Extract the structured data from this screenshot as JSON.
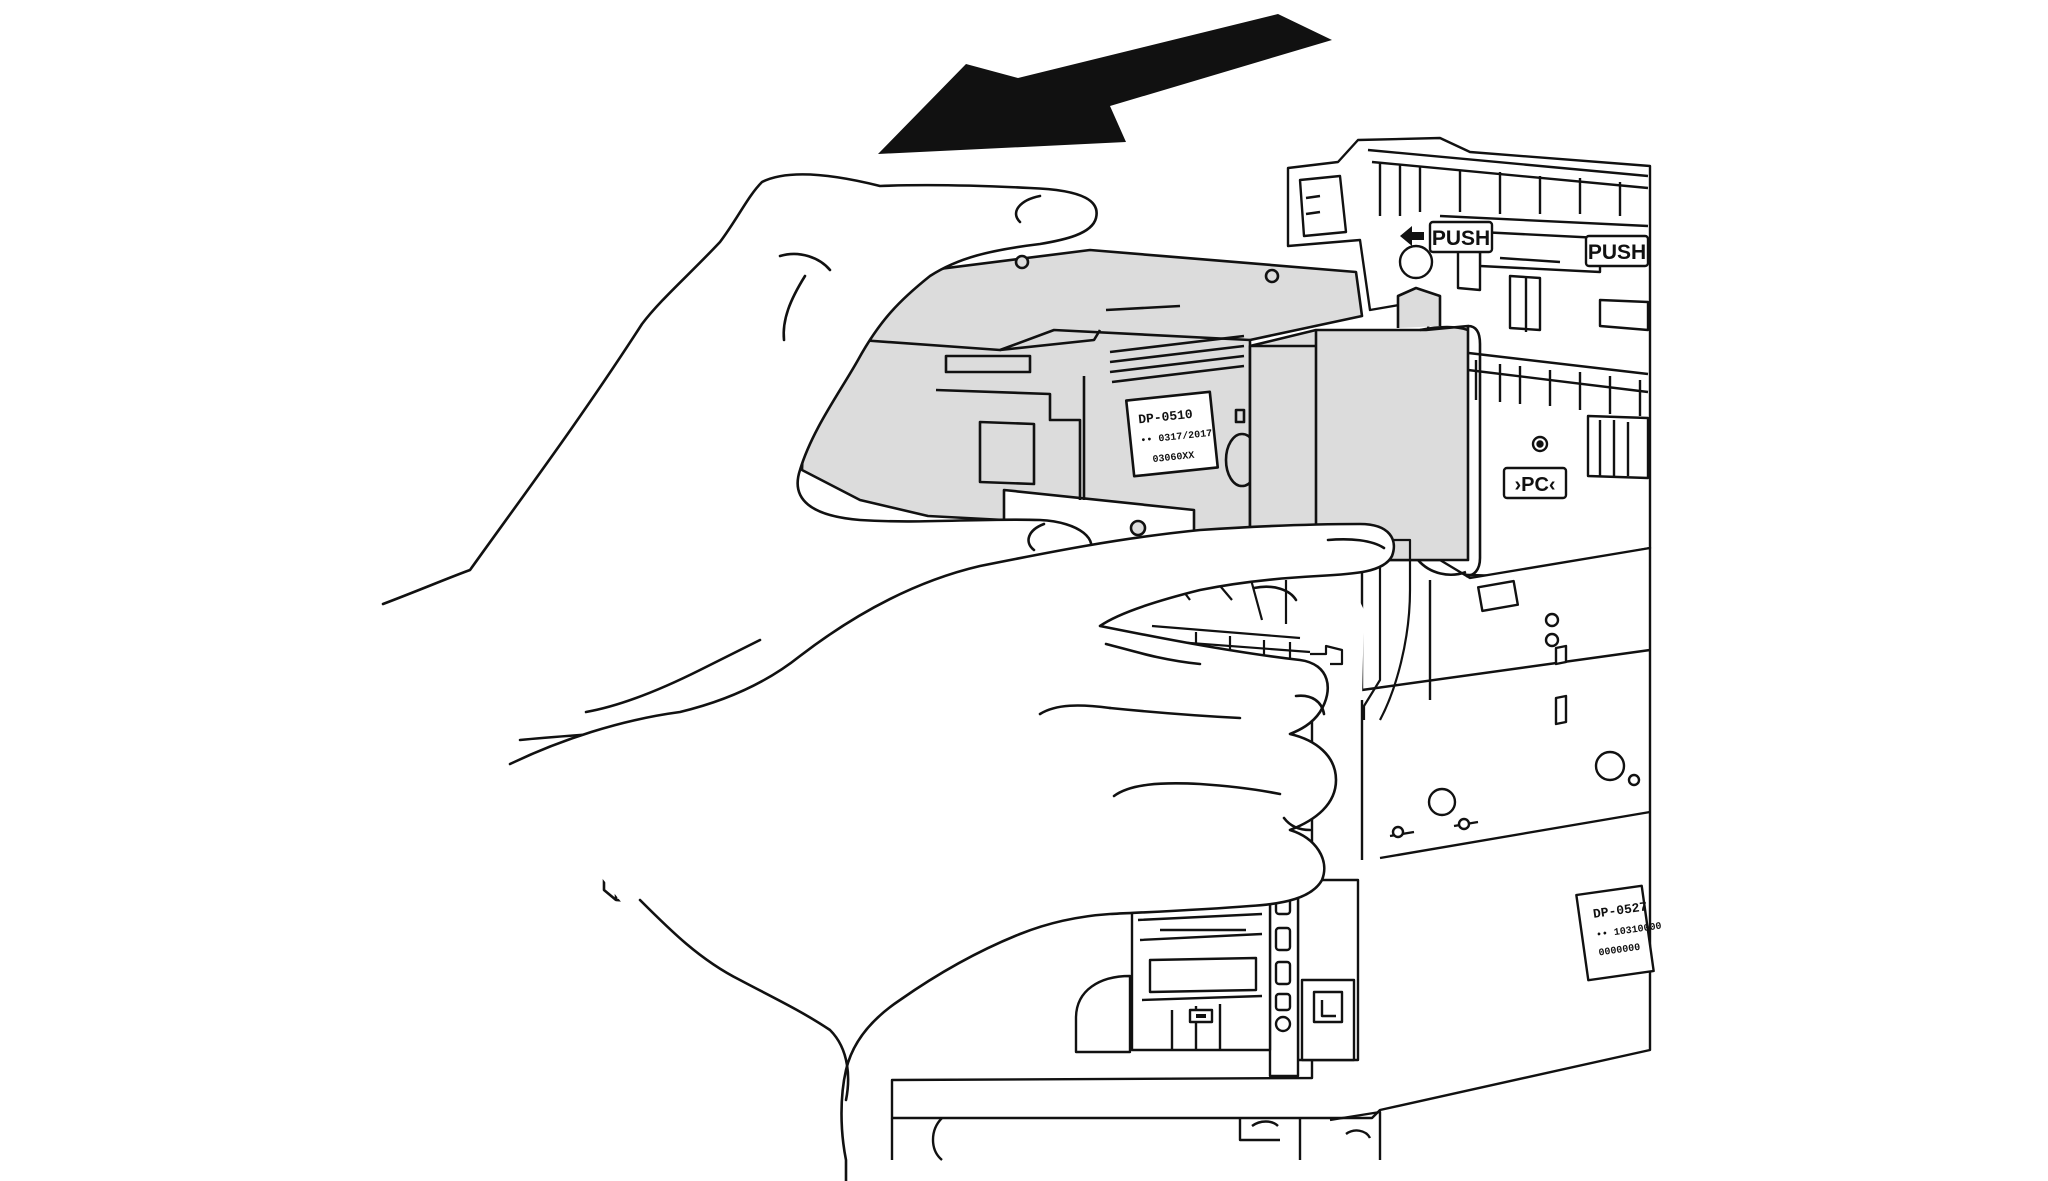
{
  "figure": {
    "labels": {
      "push_left": "PUSH",
      "push_right": "PUSH",
      "pc_mark": "›PC‹"
    },
    "cassette_plate": {
      "line1": "DP-0510",
      "line2": "•• 0317/2017",
      "line3": "03060XX"
    },
    "printer_plate": {
      "line1": "DP-0527",
      "line2": "•• 10310000",
      "line3": "0000000"
    },
    "arrow_direction": "left",
    "colors": {
      "line": "#111111",
      "cassette_fill": "#dcdcdc",
      "background": "#ffffff"
    }
  }
}
